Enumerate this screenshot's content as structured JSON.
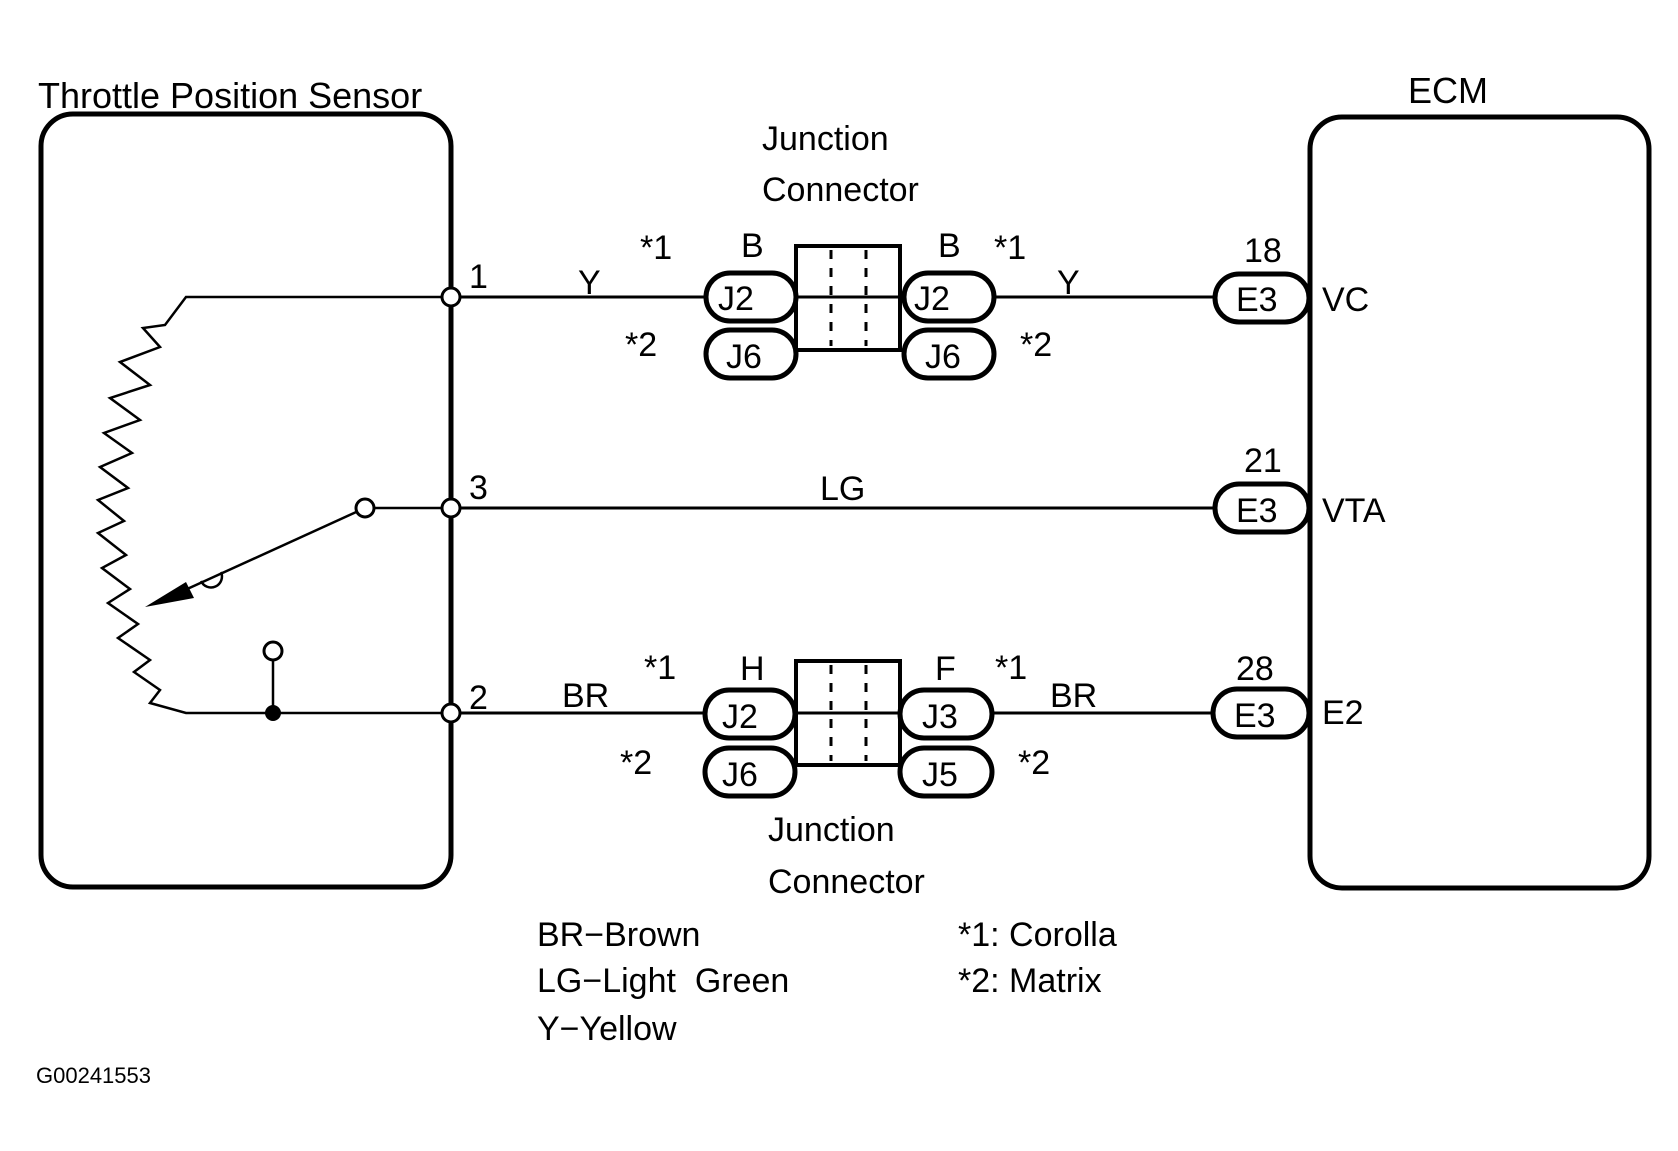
{
  "components": {
    "sensor": {
      "title": "Throttle Position Sensor"
    },
    "ecm": {
      "title": "ECM"
    }
  },
  "sensor_pins": [
    {
      "number": "1"
    },
    {
      "number": "3"
    },
    {
      "number": "2"
    }
  ],
  "wires": [
    {
      "id": "vc",
      "left_color": "Y",
      "right_color": "Y"
    },
    {
      "id": "vta",
      "color": "LG"
    },
    {
      "id": "e2",
      "left_color": "BR",
      "right_color": "BR"
    }
  ],
  "junction_top": {
    "title_line1": "Junction",
    "title_line2": "Connector",
    "left_pin": "B",
    "right_pin": "B",
    "left_variant1": "*1",
    "left_variant2": "*2",
    "right_variant1": "*1",
    "right_variant2": "*2",
    "left_conn1": "J2",
    "left_conn2": "J6",
    "right_conn1": "J2",
    "right_conn2": "J6"
  },
  "junction_bottom": {
    "title_line1": "Junction",
    "title_line2": "Connector",
    "left_pin": "H",
    "right_pin": "F",
    "left_variant1": "*1",
    "left_variant2": "*2",
    "right_variant1": "*1",
    "right_variant2": "*2",
    "left_conn1": "J2",
    "left_conn2": "J6",
    "right_conn1": "J3",
    "right_conn2": "J5"
  },
  "ecm_terminals": [
    {
      "pin": "18",
      "connector": "E3",
      "signal": "VC"
    },
    {
      "pin": "21",
      "connector": "E3",
      "signal": "VTA"
    },
    {
      "pin": "28",
      "connector": "E3",
      "signal": "E2"
    }
  ],
  "legend": {
    "colors": [
      "BR−Brown",
      "LG−Light  Green",
      "Y−Yellow"
    ],
    "variants": [
      "*1: Corolla",
      "*2: Matrix"
    ]
  },
  "figure_id": "G00241553"
}
